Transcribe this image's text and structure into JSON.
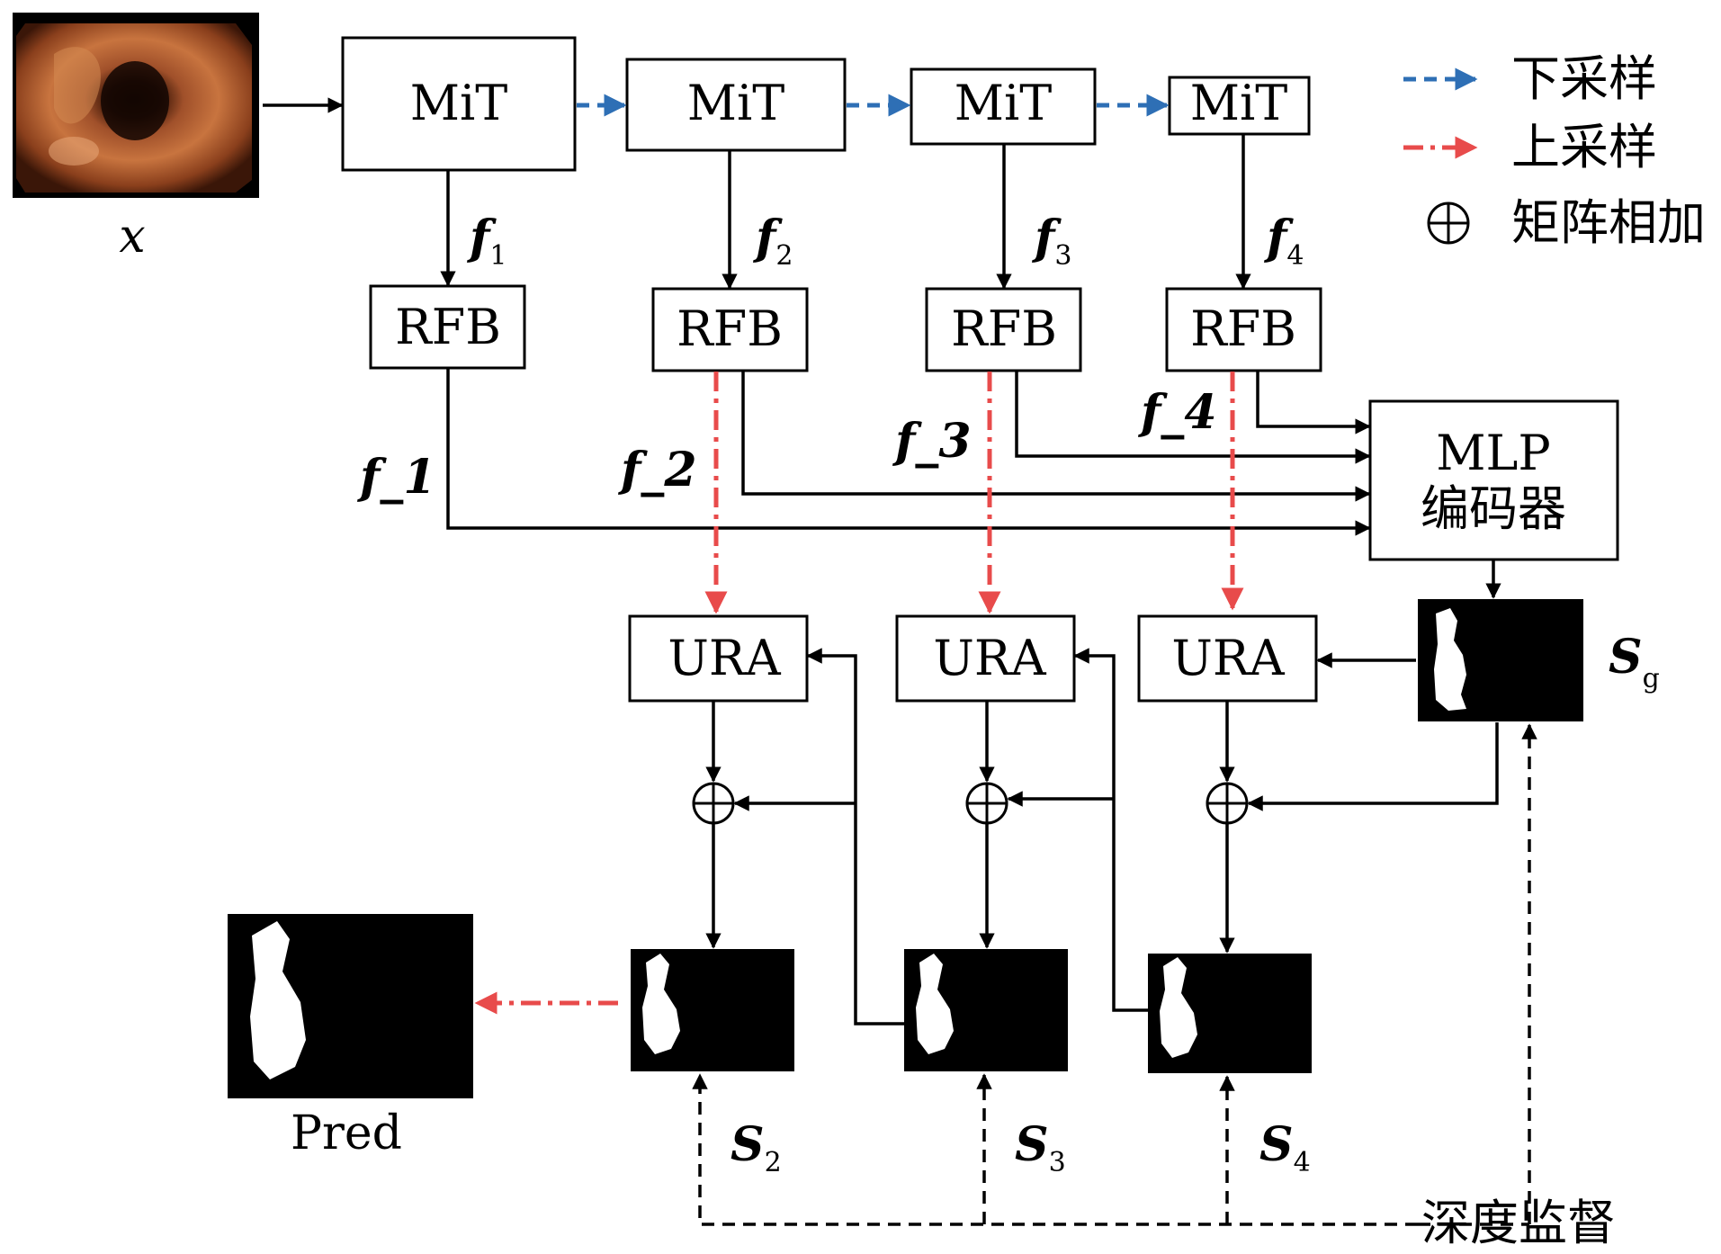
{
  "input": {
    "label": "x"
  },
  "encoders": [
    {
      "label": "MiT"
    },
    {
      "label": "MiT"
    },
    {
      "label": "MiT"
    },
    {
      "label": "MiT"
    }
  ],
  "features": [
    {
      "base": "f",
      "sub": "1"
    },
    {
      "base": "f",
      "sub": "2"
    },
    {
      "base": "f",
      "sub": "3"
    },
    {
      "base": "f",
      "sub": "4"
    }
  ],
  "rfb": [
    {
      "label": "RFB"
    },
    {
      "label": "RFB"
    },
    {
      "label": "RFB"
    },
    {
      "label": "RFB"
    }
  ],
  "rfb_outputs": [
    {
      "label": "f_1"
    },
    {
      "label": "f_2"
    },
    {
      "label": "f_3"
    },
    {
      "label": "f_4"
    }
  ],
  "mlp": {
    "line1": "MLP",
    "line2": "编码器"
  },
  "ura": [
    {
      "label": "URA"
    },
    {
      "label": "URA"
    },
    {
      "label": "URA"
    }
  ],
  "global_map": {
    "base": "S",
    "sub": "g"
  },
  "side_maps": [
    {
      "base": "S",
      "sub": "2"
    },
    {
      "base": "S",
      "sub": "3"
    },
    {
      "base": "S",
      "sub": "4"
    }
  ],
  "pred": {
    "label": "Pred"
  },
  "deep_supervision": {
    "label": "深度监督"
  },
  "legend": {
    "downsample": "下采样",
    "upsample": "上采样",
    "add": "矩阵相加"
  },
  "colors": {
    "downsample": "#2e6fb5",
    "upsample": "#e84b4b",
    "line": "#000000"
  }
}
